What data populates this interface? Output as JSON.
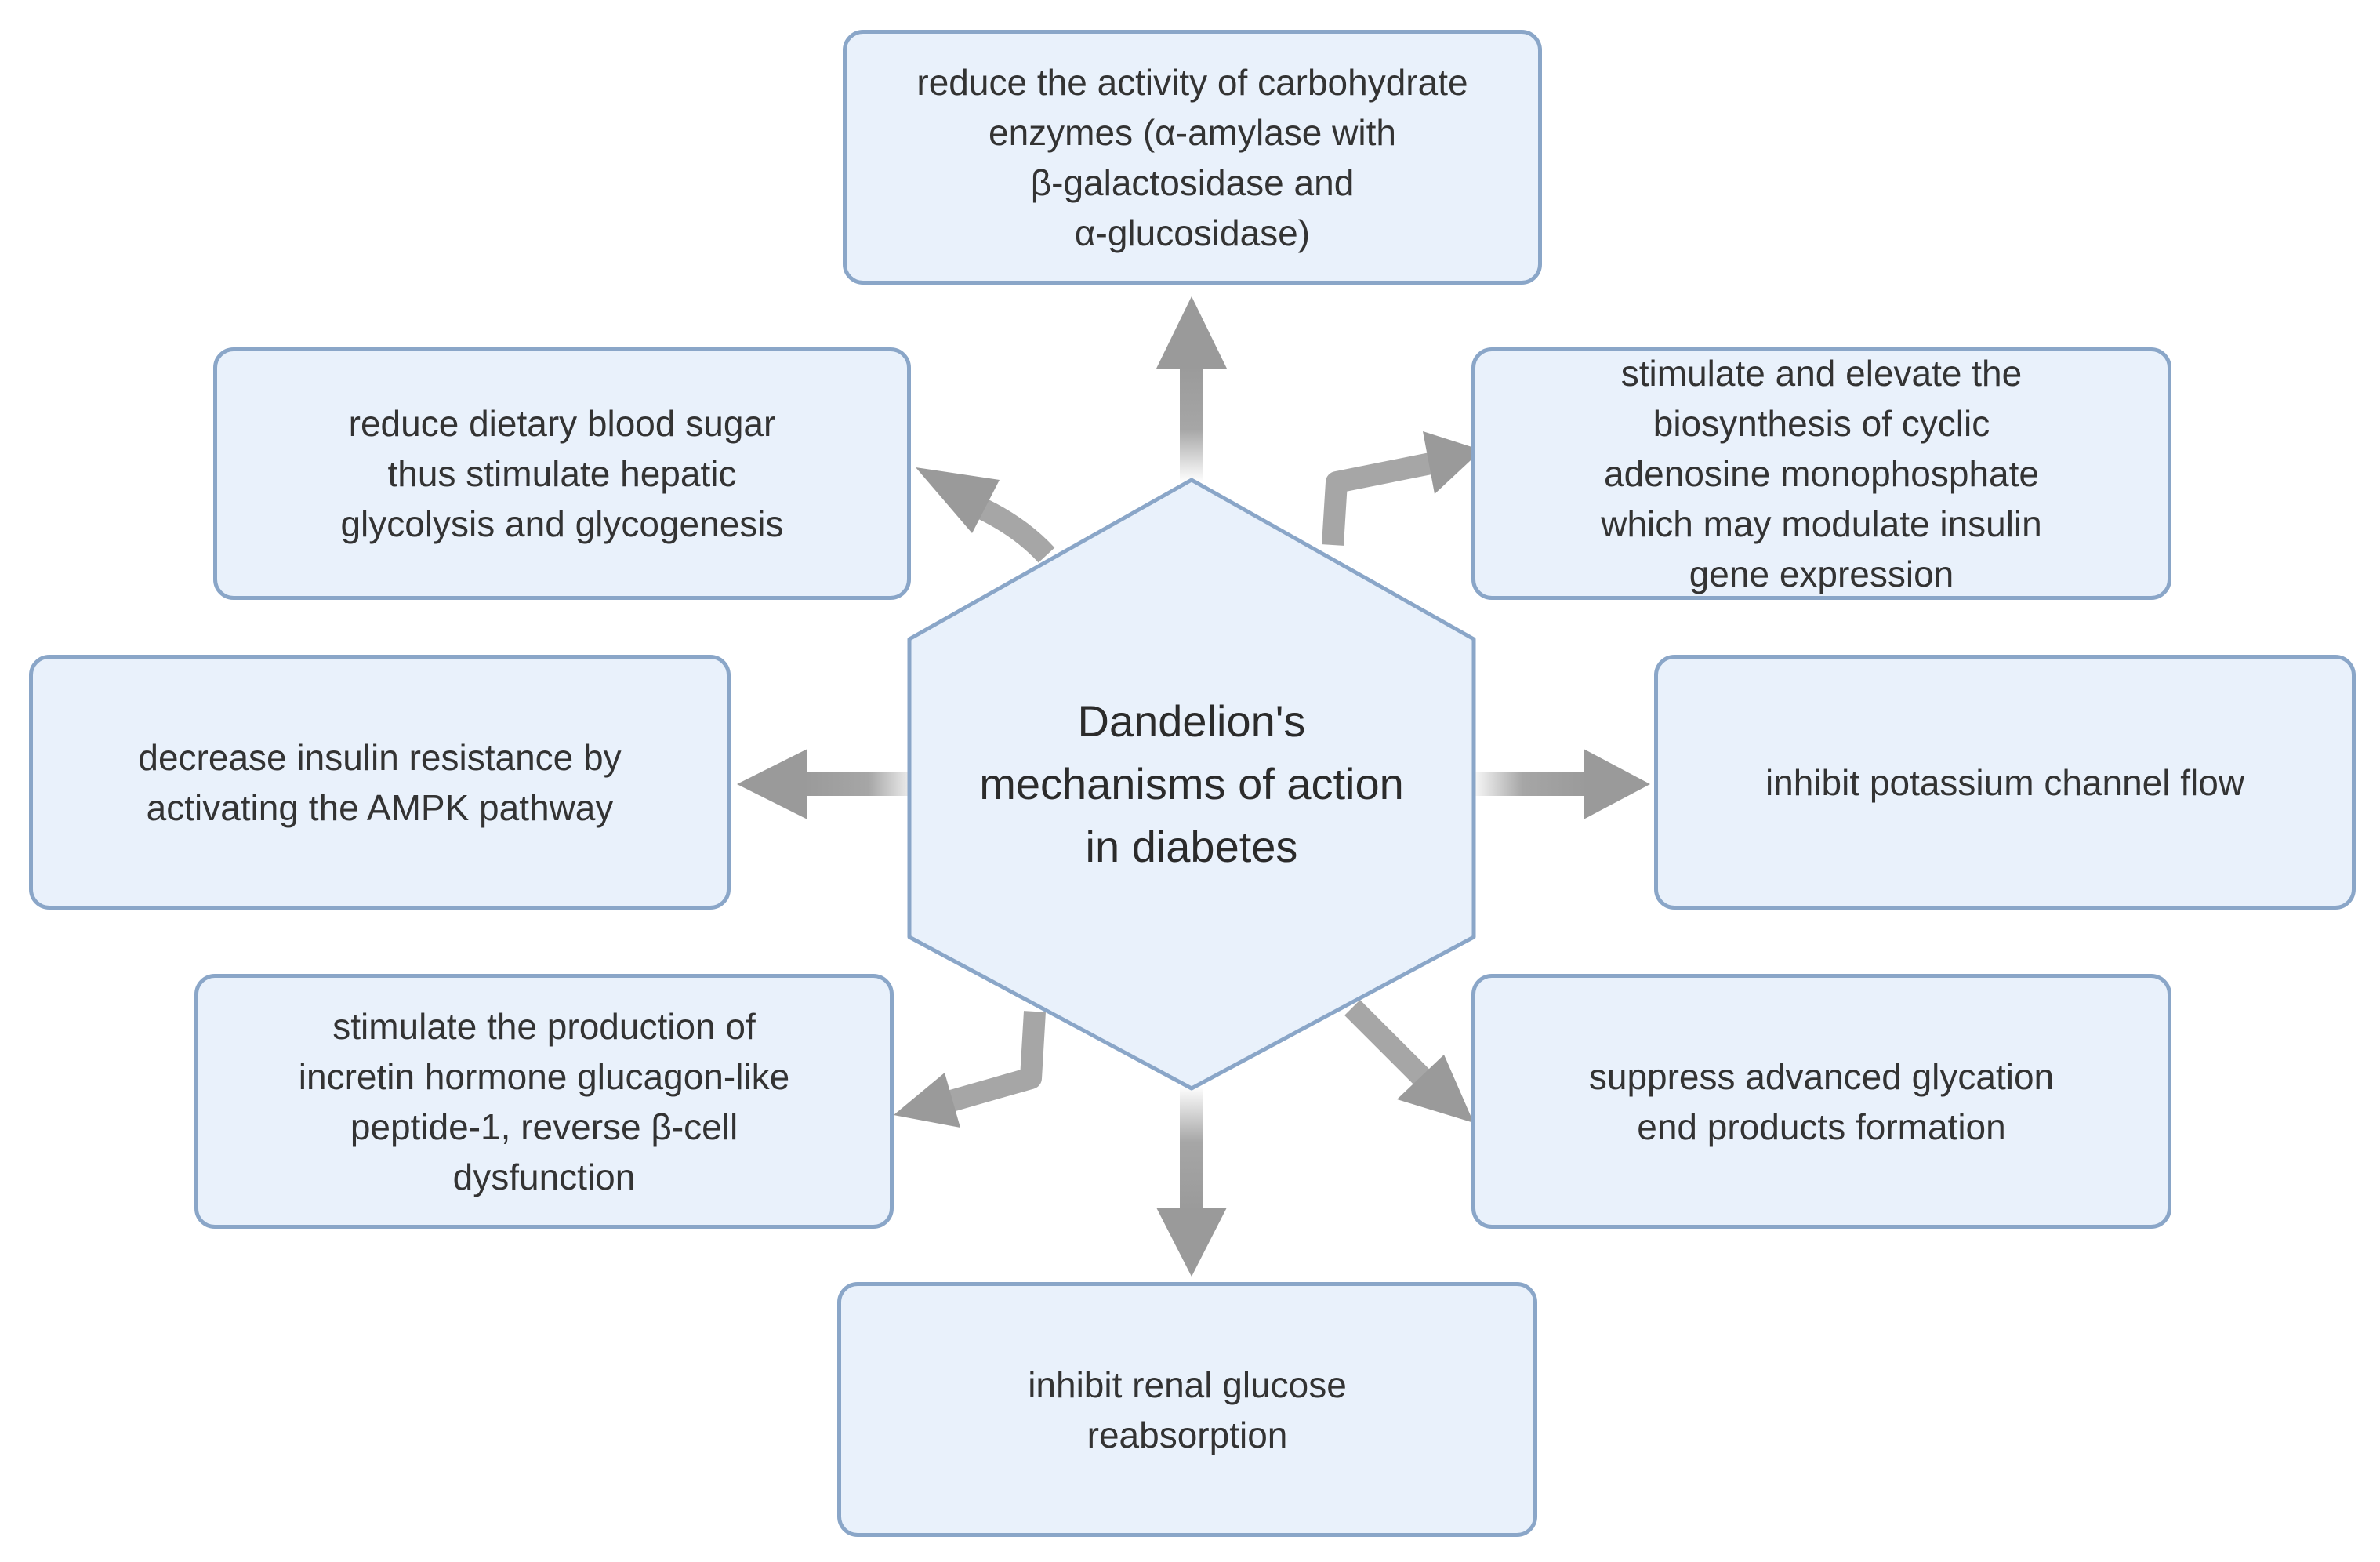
{
  "center": {
    "label": "Dandelion's\nmechanisms of action\nin diabetes"
  },
  "mechanisms": {
    "carbohydrate_enzymes": "reduce the activity of carbohydrate\nenzymes (α-amylase with\nβ-galactosidase and\nα-glucosidase)",
    "dietary_blood_sugar": "reduce dietary blood sugar\nthus stimulate hepatic\nglycolysis and glycogenesis",
    "cyclic_amp": "stimulate and elevate the\nbiosynthesis of cyclic\nadenosine monophosphate\nwhich may modulate insulin\ngene expression",
    "insulin_resistance": "decrease insulin resistance by\nactivating the AMPK pathway",
    "potassium_channel": "inhibit potassium channel flow",
    "incretin_hormone": "stimulate the production of\nincretin hormone glucagon-like\npeptide-1, reverse β-cell\ndysfunction",
    "glycation_end_products": "suppress advanced glycation\nend products formation",
    "renal_glucose": "inhibit renal glucose\nreabsorption"
  },
  "colors": {
    "box_fill": "#e9f1fb",
    "box_border": "#8aa6c8",
    "arrow": "#a6a6a6"
  }
}
